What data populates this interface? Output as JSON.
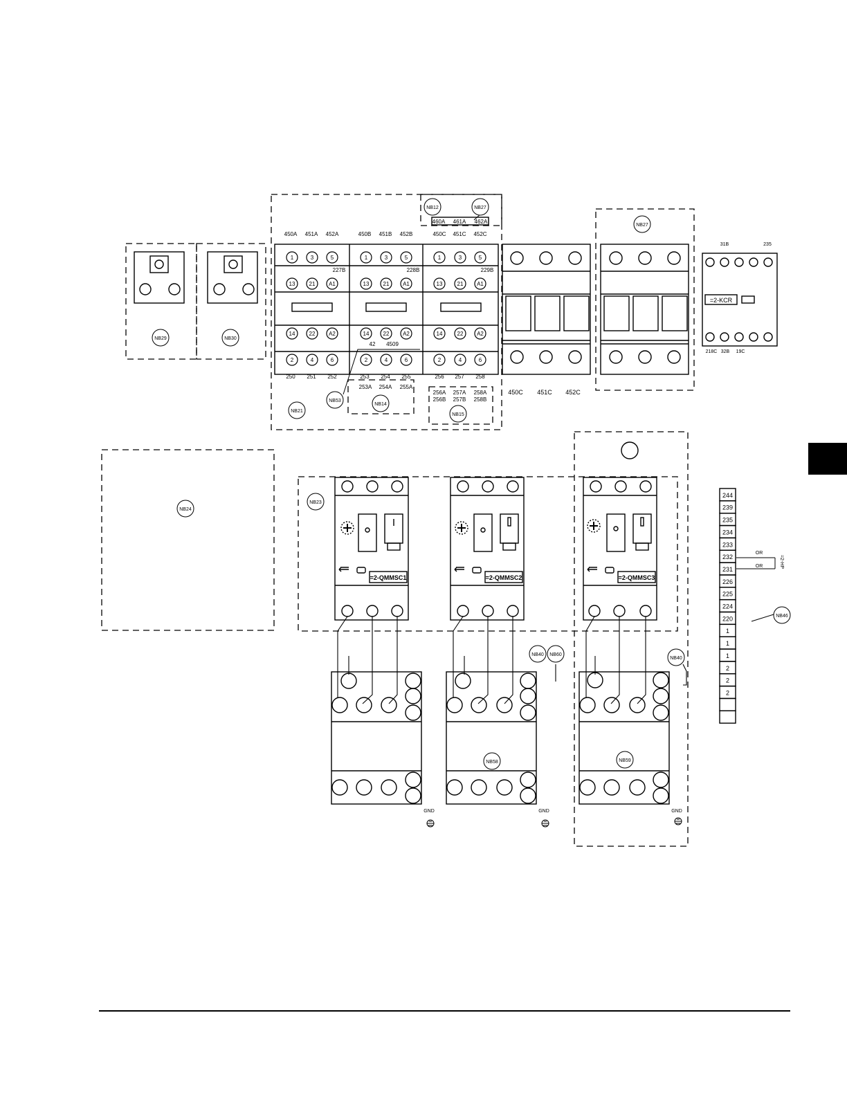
{
  "relay_block": {
    "top_tags": [
      "450A",
      "451A",
      "452A",
      "450B",
      "451B",
      "452B",
      "450C",
      "451C",
      "452C"
    ],
    "top_row_tags": [
      "460A",
      "461A",
      "462A"
    ],
    "bottom_tags": [
      "250",
      "251",
      "252",
      "253",
      "254",
      "255",
      "256",
      "257",
      "258"
    ],
    "aux_tags": [
      "227B",
      "228B",
      "229B"
    ],
    "mid_tags": [
      "42",
      "4509"
    ],
    "row_2_tags": [
      "253A",
      "254A",
      "255A"
    ],
    "row_3_tags": [
      "256A",
      "257A",
      "258A",
      "256B",
      "257B",
      "258B"
    ],
    "terminals_top": [
      "1",
      "3",
      "5"
    ],
    "terminals_aux_top": [
      "13",
      "21",
      "A1"
    ],
    "terminals_aux_bottom": [
      "14",
      "22",
      "A2"
    ],
    "terminals_bottom": [
      "2",
      "4",
      "6"
    ]
  },
  "fuse_labels": [
    "450C",
    "451C",
    "452C"
  ],
  "kcr": {
    "label": "=2-KCR",
    "top_tags": [
      "31B",
      "235"
    ],
    "bottom_tags": [
      "218C",
      "32B",
      "19C"
    ]
  },
  "motor_starters": [
    "=2-QMMSC1",
    "=2-QMMSC2",
    "=2-QMMSC3"
  ],
  "gnd_label": "GND",
  "terminal_strip": [
    "244",
    "239",
    "235",
    "234",
    "233",
    "232",
    "231",
    "226",
    "225",
    "224",
    "220",
    "1",
    "1",
    "1",
    "2",
    "2",
    "2",
    "",
    ""
  ],
  "strip_side_tags": [
    "OR",
    "OR",
    "=2-HP"
  ],
  "callouts": {
    "nb12": "NB12",
    "nb27": "NB27",
    "nb29": "NB29",
    "nb30": "NB30",
    "nb21": "NB21",
    "nb53": "NB53",
    "nb14": "NB14",
    "nb15": "NB15",
    "nb24": "NB24",
    "nb23": "NB23",
    "nb40": "NB40",
    "nb60": "NB60",
    "nb58": "NB58",
    "nb59": "NB59",
    "nb46": "NB46"
  }
}
